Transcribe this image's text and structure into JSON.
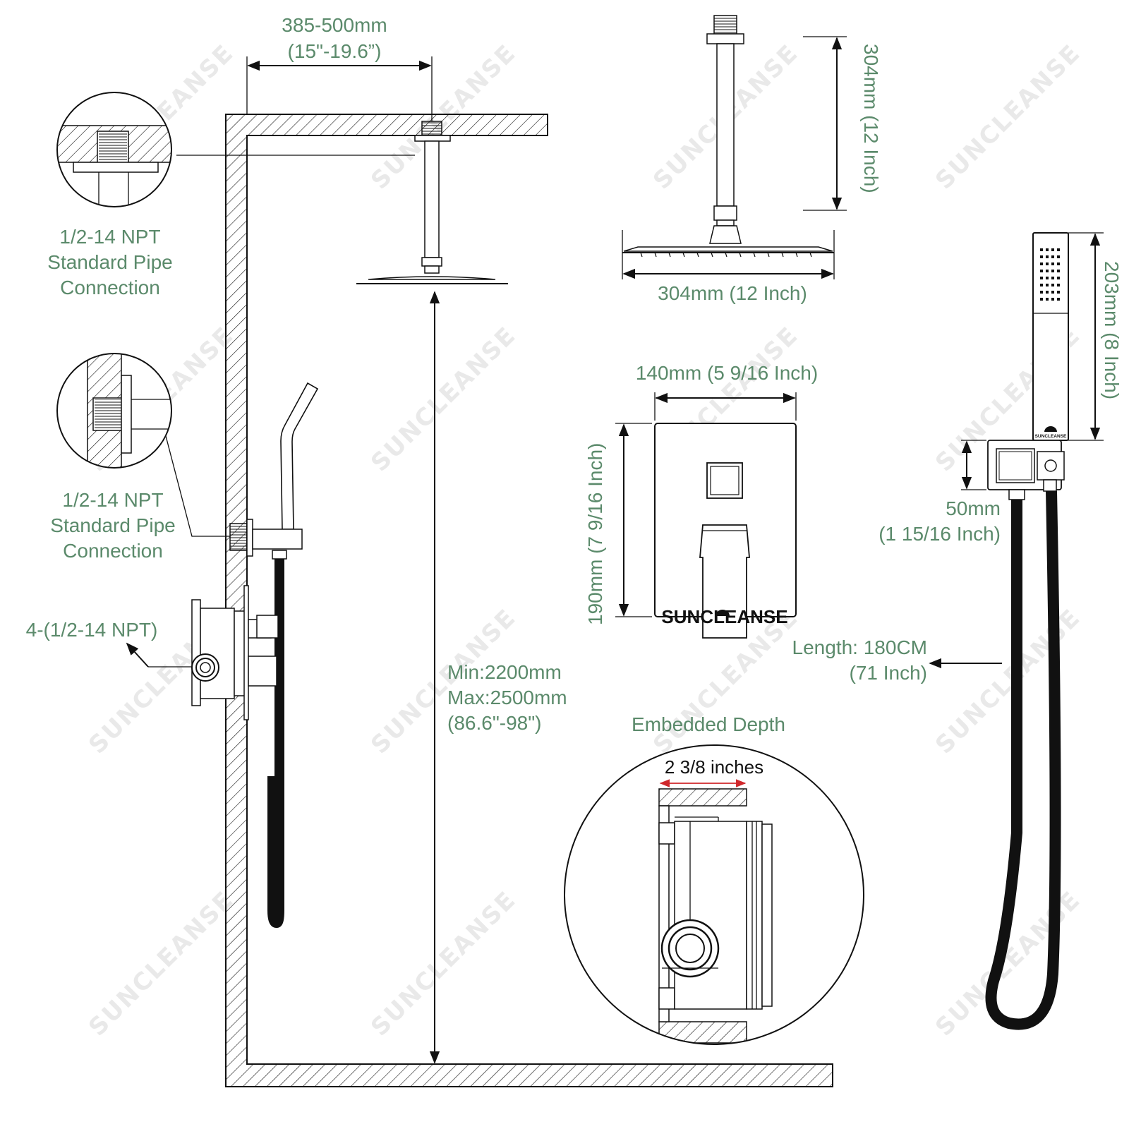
{
  "watermark": "SUNCLEANSE",
  "brand_mark": "SUNCLEANSE",
  "colors": {
    "label": "#5b8a6b",
    "line": "#111111",
    "dimension_red": "#d0282c",
    "watermark": "#e9e9e9"
  },
  "labels": {
    "arm_span_mm": "385-500mm",
    "arm_span_in": "(15\"-19.6”)",
    "pipe_top_1": "1/2-14 NPT",
    "pipe_top_2": "Standard Pipe",
    "pipe_top_3": "Connection",
    "pipe_mid_1": "1/2-14 NPT",
    "pipe_mid_2": "Standard Pipe",
    "pipe_mid_3": "Connection",
    "valve_ports": "4-(1/2-14 NPT)",
    "height_min": "Min:2200mm",
    "height_max": "Max:2500mm",
    "height_in": "(86.6\"-98\")",
    "arm_length": "304mm (12 Inch)",
    "head_width": "304mm (12 Inch)",
    "plate_width": "140mm (5 9/16 Inch)",
    "plate_height": "190mm (7 9/16 Inch)",
    "handheld_length": "203mm (8 Inch)",
    "holder_1": "50mm",
    "holder_2": "(1 15/16 Inch)",
    "hose_1": "Length: 180CM",
    "hose_2": "(71 Inch)",
    "embedded_title": "Embedded Depth",
    "embedded_value": "2 3/8 inches"
  }
}
